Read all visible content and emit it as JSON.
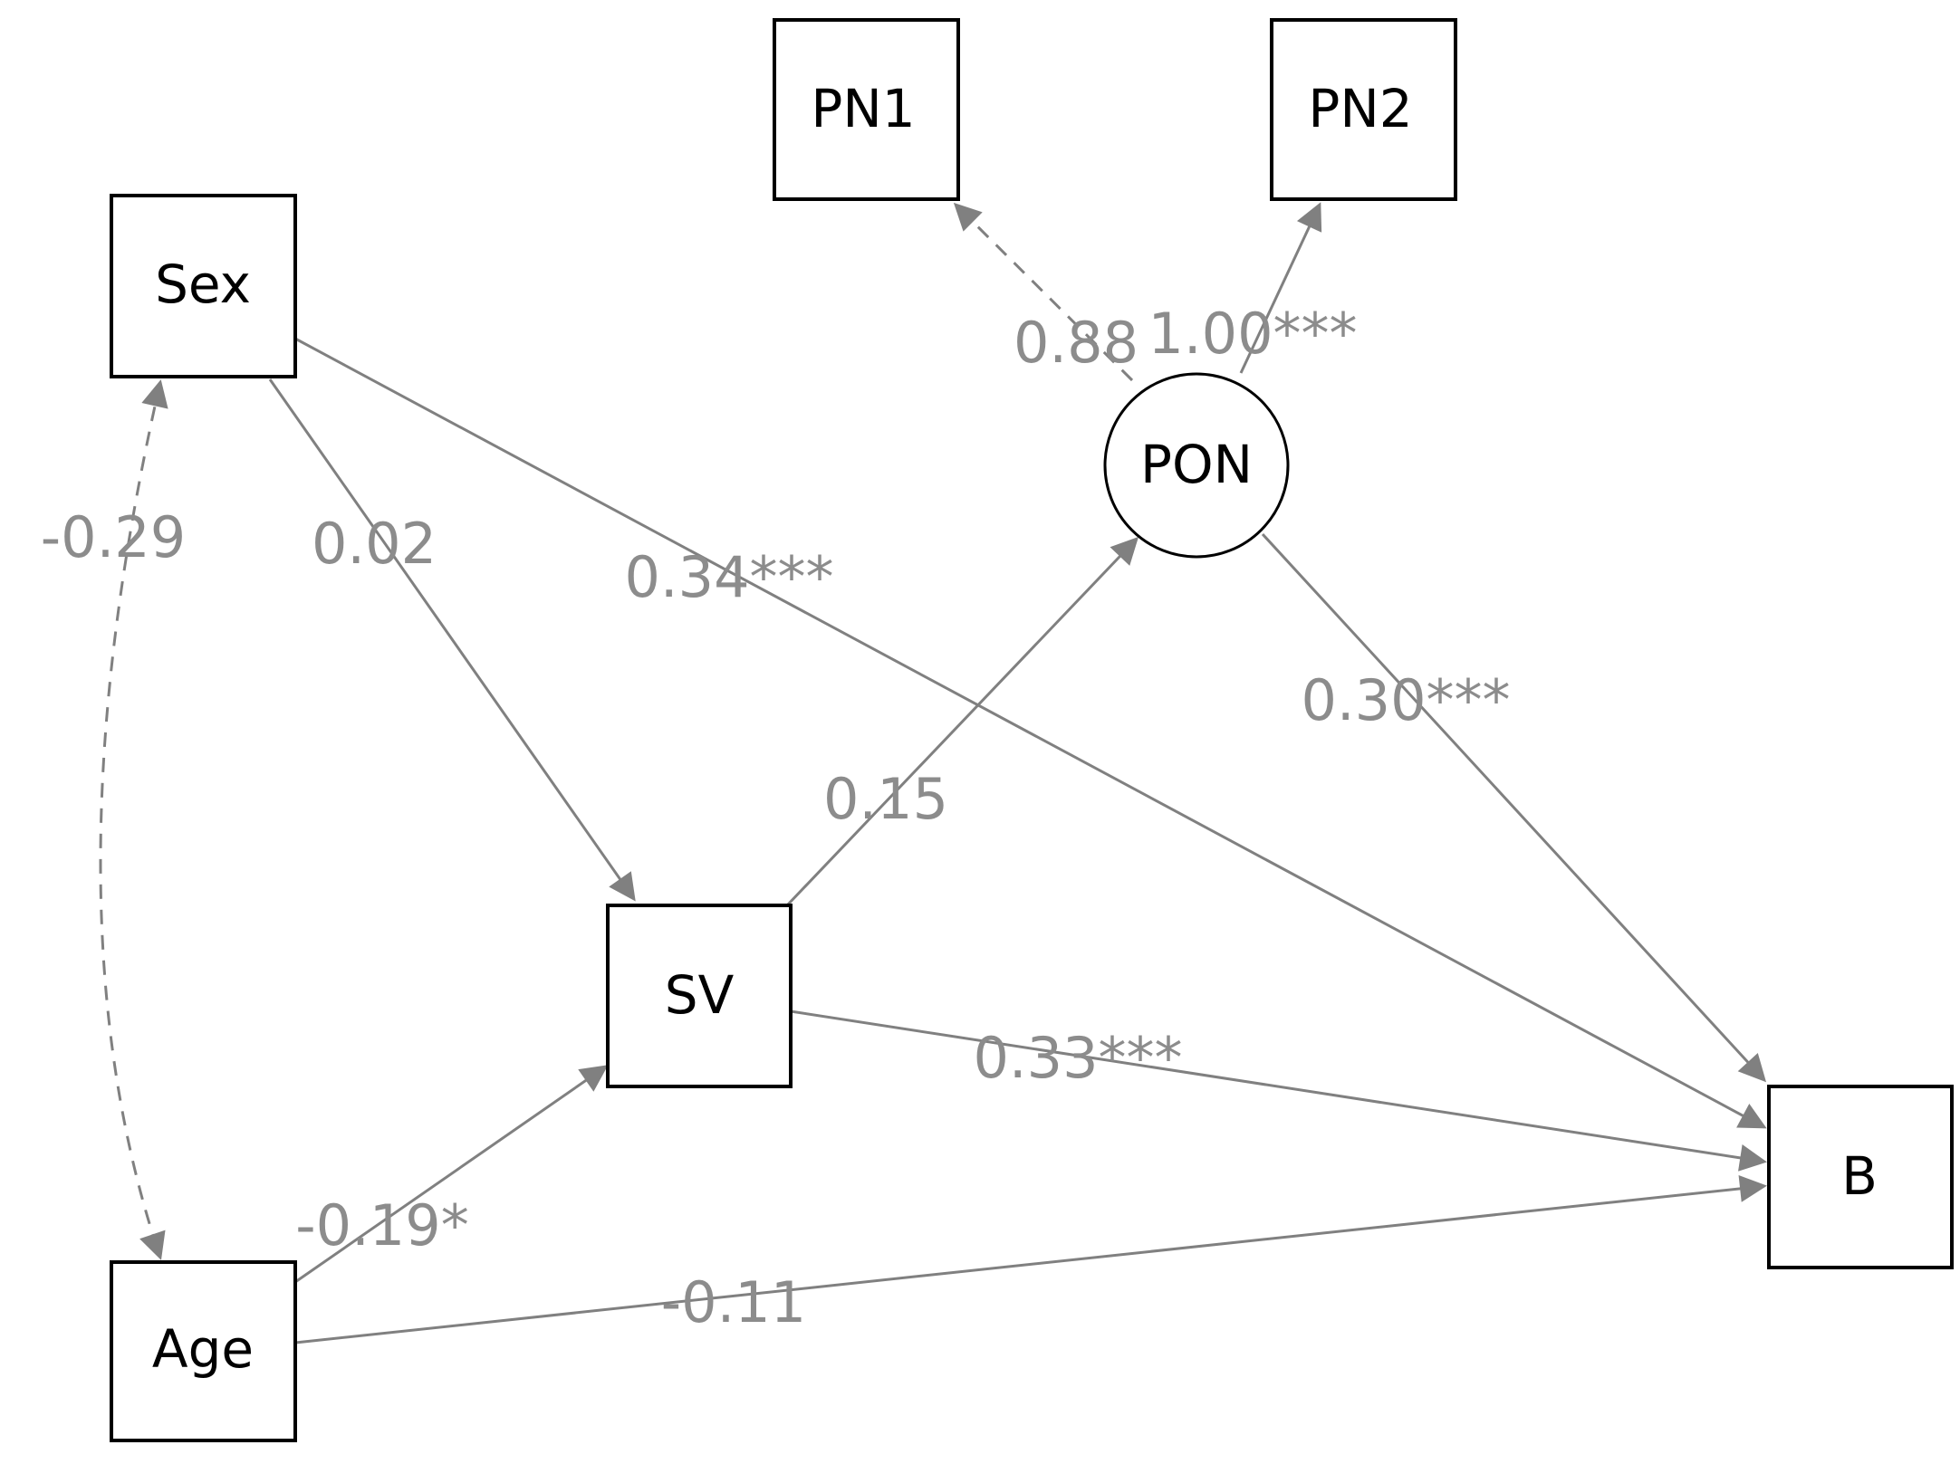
{
  "nodes": {
    "sex": "Sex",
    "age": "Age",
    "sv": "SV",
    "pon": "PON",
    "pn1": "PN1",
    "pn2": "PN2",
    "b": "B"
  },
  "edges": {
    "sex_age": "-0.29",
    "sex_sv": "0.02",
    "sex_b": "0.34***",
    "age_sv": "-0.19*",
    "age_b": "-0.11",
    "sv_pon": "0.15",
    "sv_b": "0.33***",
    "pon_b": "0.30***",
    "pon_pn1": "0.88",
    "pon_pn2": "1.00***"
  },
  "colors": {
    "edge": "#808080",
    "edge_label": "#8c8c8c",
    "node_border": "#000000"
  }
}
